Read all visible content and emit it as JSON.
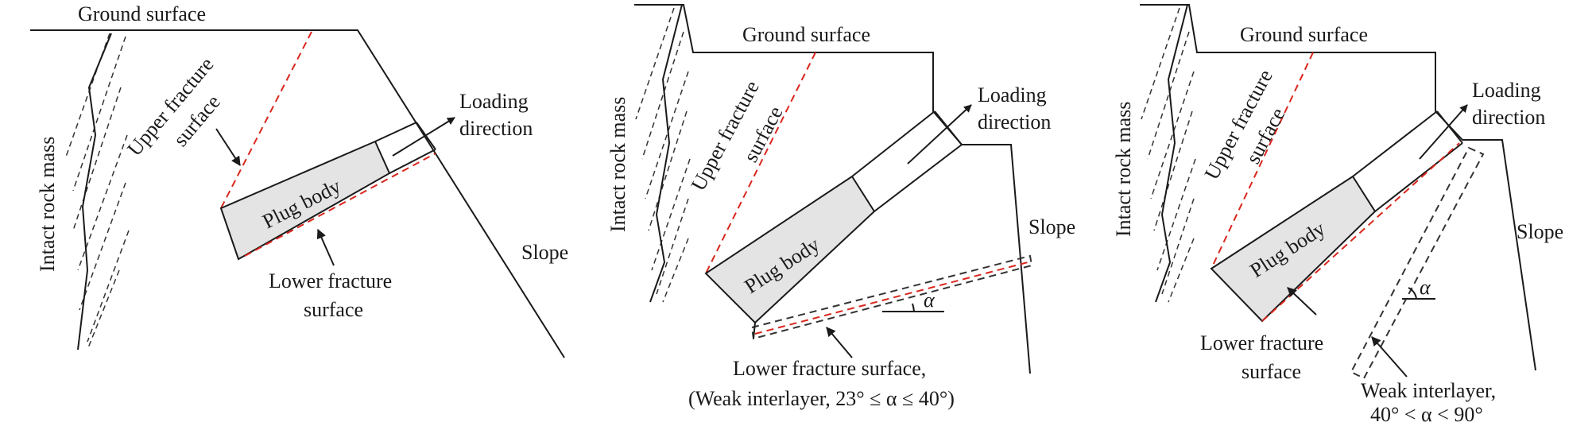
{
  "panels": [
    {
      "ground_surface": "Ground surface",
      "intact_rock_mass": "Intact rock mass",
      "upper_fracture": [
        "Upper fracture",
        "surface"
      ],
      "loading": [
        "Loading",
        "direction"
      ],
      "plug_body": "Plug body",
      "lower_fracture": [
        "Lower fracture",
        "surface"
      ],
      "slope": "Slope"
    },
    {
      "ground_surface": "Ground surface",
      "intact_rock_mass": "Intact rock mass",
      "upper_fracture": [
        "Upper fracture",
        "surface"
      ],
      "loading": [
        "Loading",
        "direction"
      ],
      "plug_body": "Plug body",
      "slope": "Slope",
      "alpha": "α",
      "lower_fracture_interlayer": [
        "Lower fracture surface,",
        "(Weak interlayer, 23° ≤ α ≤ 40°)"
      ]
    },
    {
      "ground_surface": "Ground surface",
      "intact_rock_mass": "Intact rock mass",
      "upper_fracture": [
        "Upper fracture",
        "surface"
      ],
      "loading": [
        "Loading",
        "direction"
      ],
      "plug_body": "Plug body",
      "slope": "Slope",
      "alpha": "α",
      "lower_fracture": [
        "Lower fracture",
        "surface"
      ],
      "weak_interlayer": [
        "Weak interlayer,",
        "40° < α < 90°"
      ]
    }
  ]
}
